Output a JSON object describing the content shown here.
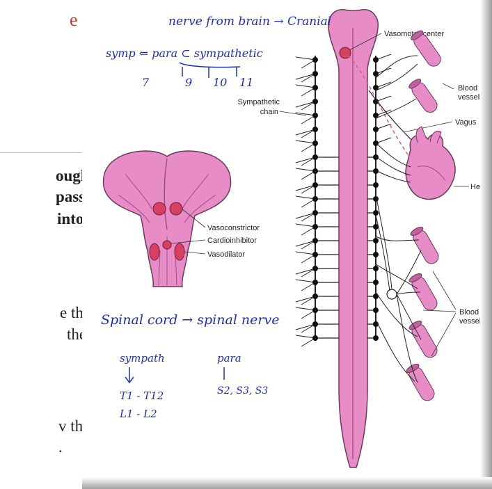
{
  "slide_fragments": {
    "red_fragment": "e",
    "line1": "ough",
    "line2": "pass",
    "line3": "into",
    "line4": "e the",
    "line5": "the",
    "line6": "v the",
    "line7": "."
  },
  "labels": {
    "vasomotor_center": "Vasomotor center",
    "sympathetic_chain_line1": "Sympathetic",
    "sympathetic_chain_line2": "chain",
    "blood_vessels_top_line1": "Blood",
    "blood_vessels_top_line2": "vessels",
    "vagus": "Vagus",
    "heart": "Heart",
    "vasoconstrictor": "Vasoconstrictor",
    "cardioinhibitor": "Cardioinhibitor",
    "vasodilator": "Vasodilator",
    "blood_vessels_bottom_line1": "Blood",
    "blood_vessels_bottom_line2": "vessels"
  },
  "handwriting": {
    "top_note": "nerve from brain → Cranial",
    "para_note": "symp ⇐ para  ⊂ sympathetic",
    "cranial_numbers": [
      "7",
      "9",
      "10",
      "11"
    ],
    "spinal_note": "Spinal cord → spinal nerve",
    "sympathetic_label": "sympath",
    "sympathetic_range_1": "T1 - T12",
    "sympathetic_range_2": "L1 - L2",
    "para_label": "para",
    "para_range": "S2, S3, S3"
  },
  "colors": {
    "tissue_pink": "#e88cc8",
    "tissue_dark": "#c0609f",
    "nucleus_red": "#d8405f",
    "ink_blue": "#1b2fb8",
    "slide_red": "#c0392b"
  }
}
